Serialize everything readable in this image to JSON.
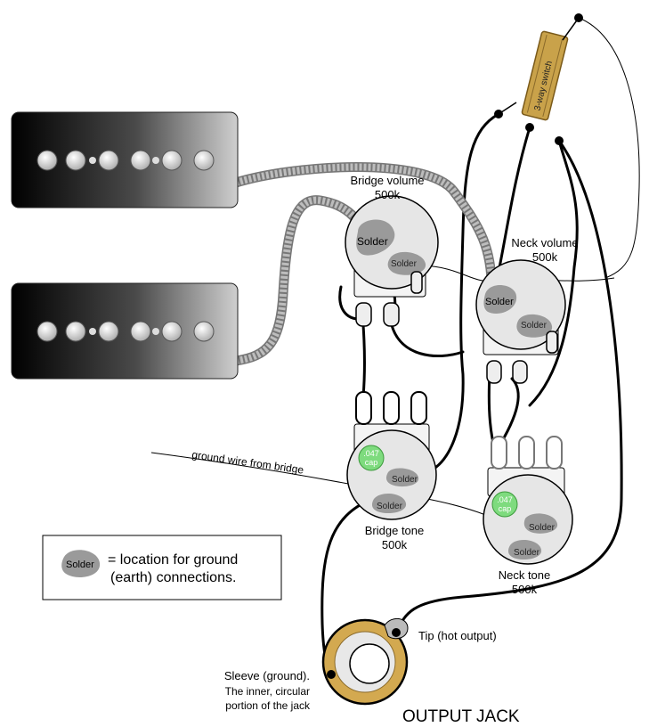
{
  "switch": {
    "label": "3-way switch"
  },
  "bridge_volume": {
    "name": "Bridge volume",
    "value": "500k"
  },
  "neck_volume": {
    "name": "Neck volume",
    "value": "500k"
  },
  "bridge_tone": {
    "name": "Bridge tone",
    "value": "500k"
  },
  "neck_tone": {
    "name": "Neck tone",
    "value": "500k"
  },
  "solder_label": "Solder",
  "cap": {
    "value": ".047",
    "unit": "cap"
  },
  "ground_wire_label": "ground wire from bridge",
  "legend": {
    "solder": "Solder",
    "line1": "= location for ground",
    "line2": "(earth) connections."
  },
  "tip_label": "Tip (hot output)",
  "sleeve": {
    "line1": "Sleeve (ground).",
    "line2": "The inner, circular",
    "line3": "portion of the jack"
  },
  "jack_title": "OUTPUT JACK",
  "colors": {
    "pot": "#e6e6e6",
    "solder_blob": "#9a9a9a",
    "cap": "#7edb7e",
    "switch": "#c9a24a",
    "jack_ring": "#d3a950",
    "braid": "#a8a8a8"
  }
}
